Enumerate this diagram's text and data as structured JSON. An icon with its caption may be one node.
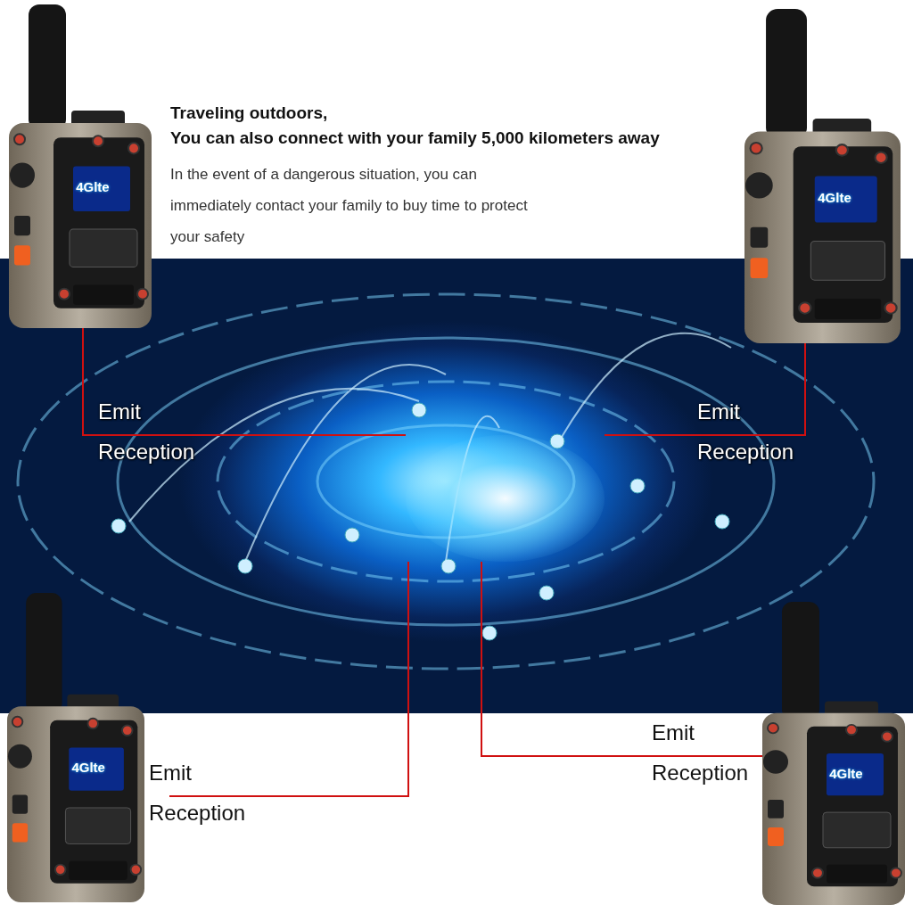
{
  "diagram": {
    "nodes": [
      {
        "text": [],
        "shape": "picture"
      },
      {
        "text": [],
        "shape": "picture"
      },
      {
        "text": [],
        "shape": "picture"
      },
      {
        "text": [],
        "shape": "picture"
      },
      {
        "text": [],
        "shape": "picture"
      }
    ],
    "edges": [
      {
        "from": 0,
        "to": 4,
        "arrow": "none"
      },
      {
        "from": 1,
        "to": 4,
        "arrow": "none"
      },
      {
        "from": 2,
        "to": 4,
        "arrow": "none"
      },
      {
        "from": 3,
        "to": 4,
        "arrow": "none"
      }
    ],
    "labels": [
      "Traveling outdoors,",
      "You can also connect with your family 5,000 kilometers away",
      "In the event of a dangerous situation, you can immediately contact your family to buy time to protect your safety",
      "Emit",
      "Reception",
      "Emit",
      "Reception",
      "Emit",
      "Reception",
      "Emit",
      "Reception",
      "4Glte",
      "4Glte",
      "4Glte",
      "4Glte"
    ]
  }
}
